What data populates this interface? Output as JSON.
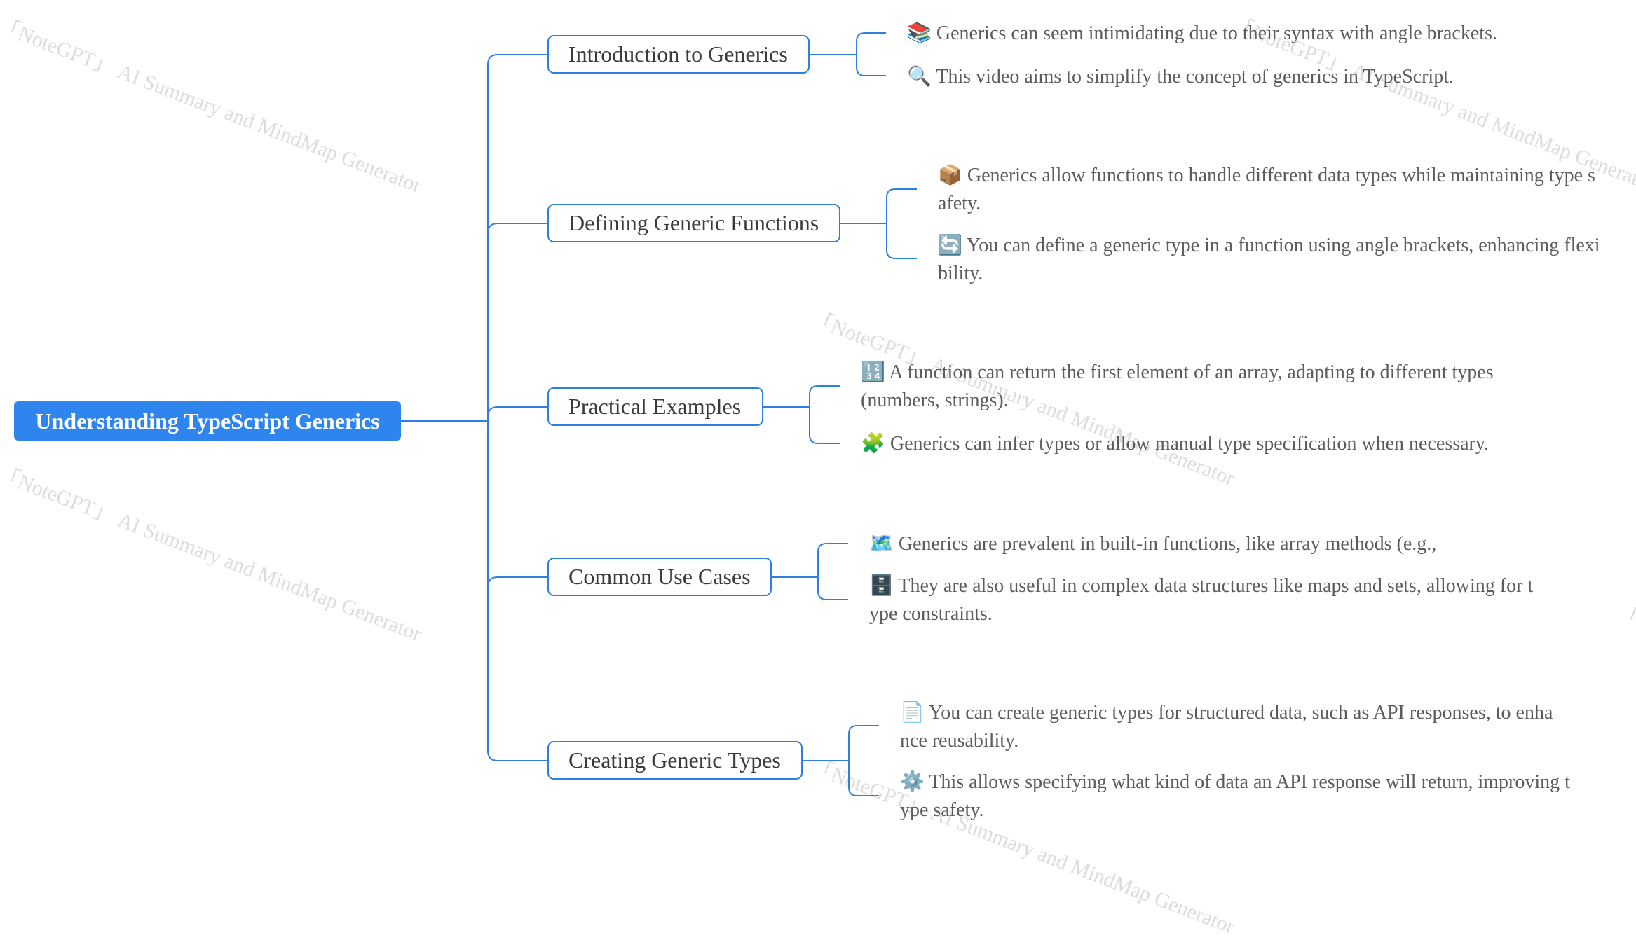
{
  "root": {
    "label": "Understanding TypeScript Generics"
  },
  "watermark": "「NoteGPT」 AI Summary and MindMap Generator",
  "accent_color": "#2f85ee",
  "branches": [
    {
      "label": "Introduction to Generics",
      "leaves": [
        {
          "icon": "📚",
          "text": "Generics can seem intimidating due to their syntax with angle brackets."
        },
        {
          "icon": "🔍",
          "text": "This video aims to simplify the concept of generics in TypeScript."
        }
      ]
    },
    {
      "label": "Defining Generic Functions",
      "leaves": [
        {
          "icon": "📦",
          "text": "Generics allow functions to handle different data types while maintaining type safety."
        },
        {
          "icon": "🔄",
          "text": "You can define a generic type in a function using angle brackets, enhancing flexibility."
        }
      ]
    },
    {
      "label": "Practical Examples",
      "leaves": [
        {
          "icon": "🔢",
          "text": "A function can return the first element of an array, adapting to different types (numbers, strings)."
        },
        {
          "icon": "🧩",
          "text": "Generics can infer types or allow manual type specification when necessary."
        }
      ]
    },
    {
      "label": "Common Use Cases",
      "leaves": [
        {
          "icon": "🗺️",
          "text": "Generics are prevalent in built-in functions, like array methods (e.g.,"
        },
        {
          "icon": "🗄️",
          "text": "They are also useful in complex data structures like maps and sets, allowing for type constraints."
        }
      ]
    },
    {
      "label": "Creating Generic Types",
      "leaves": [
        {
          "icon": "📄",
          "text": "You can create generic types for structured data, such as API responses, to enhance reusability."
        },
        {
          "icon": "⚙️",
          "text": "This allows specifying what kind of data an API response will return, improving type safety."
        }
      ]
    }
  ]
}
